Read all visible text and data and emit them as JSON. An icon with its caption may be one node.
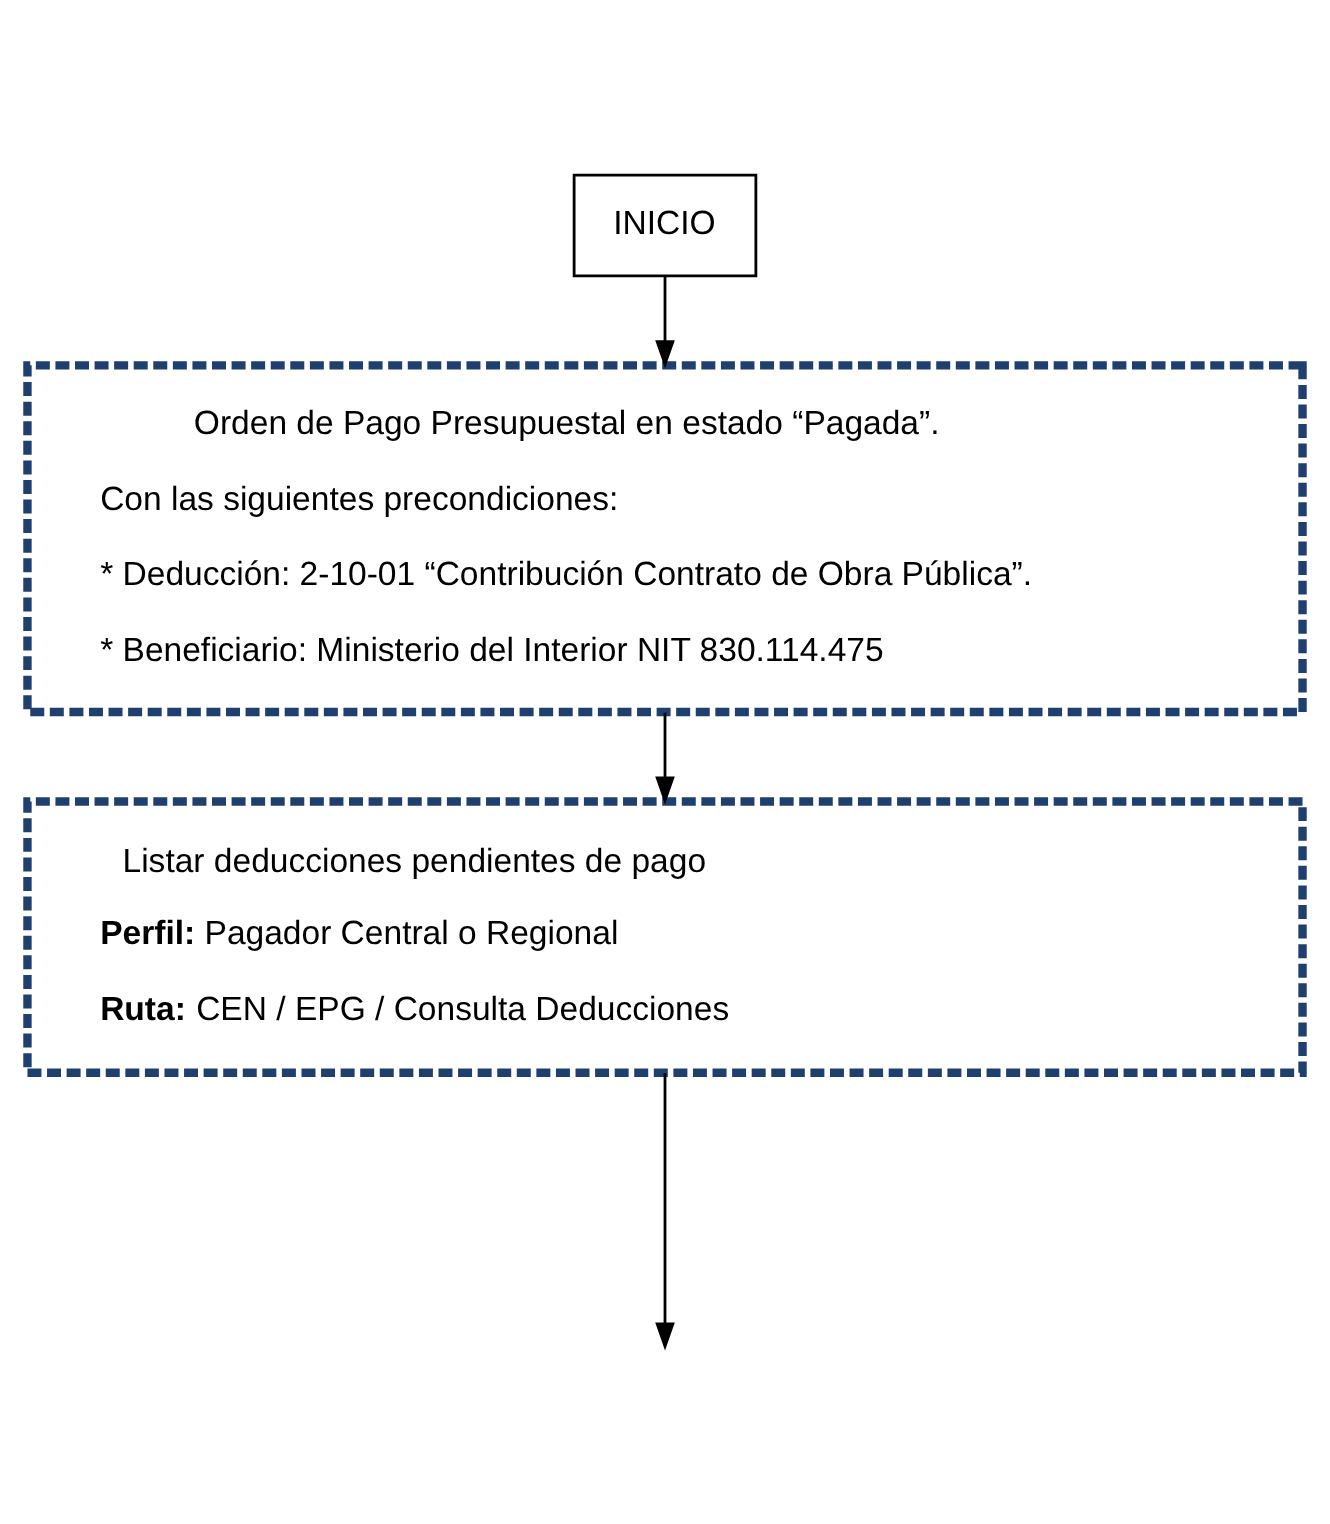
{
  "diagram": {
    "nodes": [
      {
        "text": [
          "INICIO"
        ]
      },
      {
        "text": [
          "Orden de Pago Presupuestal en estado “Pagada”.",
          "Con las siguientes precondiciones:",
          "* Deducción: 2-10-01 “Contribución Contrato de Obra Pública”.",
          "* Beneficiario: Ministerio del Interior NIT 830.114.475"
        ]
      },
      {
        "text": [
          "Listar deducciones pendientes de pago",
          "**Perfil:** Pagador Central o Regional",
          "**Ruta:** CEN / EPG / Consulta Deducciones"
        ]
      }
    ],
    "edges": [
      {
        "from": 0,
        "to": 1,
        "arrow": "to"
      },
      {
        "from": 1,
        "to": 2,
        "arrow": "to"
      },
      {
        "from": 2,
        "to": null,
        "arrow": "to"
      }
    ]
  }
}
